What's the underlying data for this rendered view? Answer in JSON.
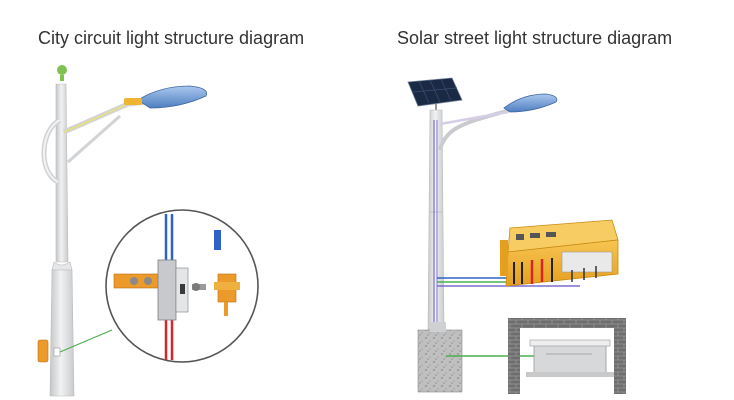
{
  "titles": {
    "city": "City circuit light structure diagram",
    "solar": "Solar street light structure diagram"
  },
  "icons": {
    "city_diagram": "city-street-light-with-junction-box-zoom",
    "solar_diagram": "solar-street-light-with-controller-and-battery"
  },
  "colors": {
    "pole": "#d9dadb",
    "lamp_glass": "#7ea6d4",
    "arm_highlight": "#e5dc6d",
    "controller_body": "#f0b433",
    "fuse_orange": "#ec9a2a",
    "wire_green": "#4caf50",
    "wire_red": "#d9252a",
    "wire_blue": "#2f62c9",
    "solar_panel": "#1b2a44"
  }
}
